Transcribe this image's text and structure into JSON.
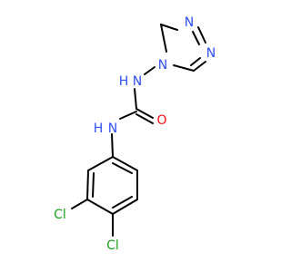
{
  "molecule": {
    "atoms": [
      {
        "id": "n_triazole_top",
        "label": "N",
        "color": "#3050F8"
      },
      {
        "id": "n_triazole_right",
        "label": "N",
        "color": "#3050F8"
      },
      {
        "id": "n_triazole_4",
        "label": "N",
        "color": "#3050F8"
      },
      {
        "id": "nh_upper",
        "label": "N",
        "h": "H",
        "color": "#3050F8"
      },
      {
        "id": "o_carbonyl",
        "label": "O",
        "color": "#FF0D0D"
      },
      {
        "id": "nh_lower",
        "label": "N",
        "h": "H",
        "color": "#3050F8"
      },
      {
        "id": "cl_3",
        "label": "Cl",
        "color": "#1FA01F"
      },
      {
        "id": "cl_4",
        "label": "Cl",
        "color": "#1FA01F"
      }
    ]
  }
}
